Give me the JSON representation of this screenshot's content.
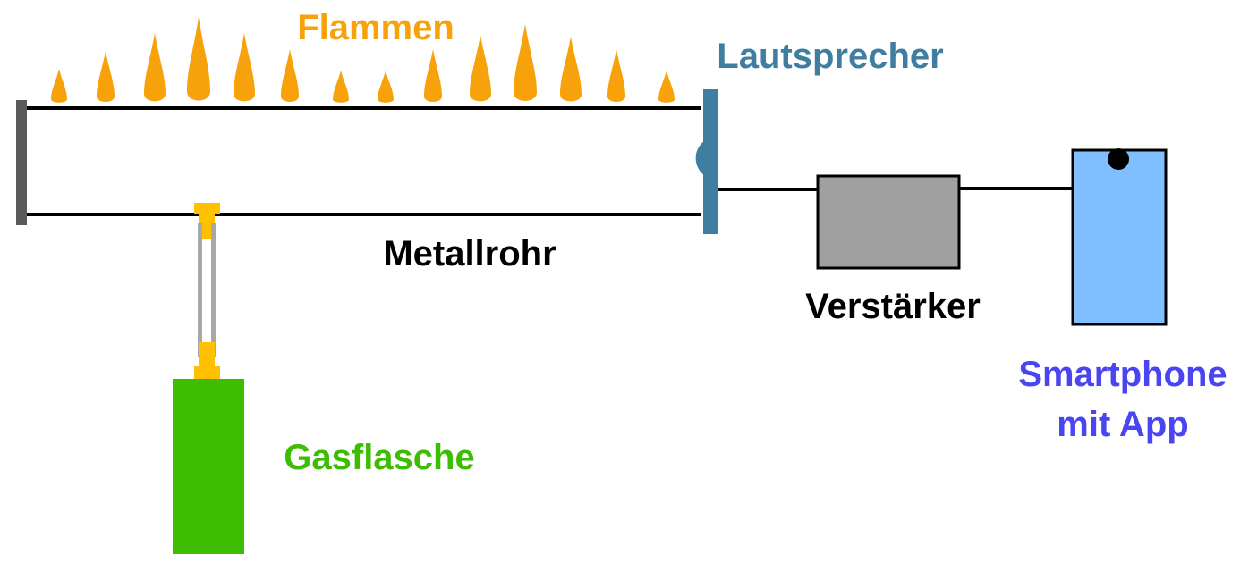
{
  "labels": {
    "flames": "Flammen",
    "speaker": "Lautsprecher",
    "tube": "Metallrohr",
    "amplifier": "Verstärker",
    "smartphone_line1": "Smartphone",
    "smartphone_line2": "mit App",
    "gas_bottle": "Gasflasche"
  },
  "colors": {
    "flame": "#F7A10B",
    "speaker": "#3F7EA0",
    "tube_line": "#000000",
    "end_cap": "#5A5A5A",
    "amplifier": "#A0A0A0",
    "smartphone": "#80BFFF",
    "smartphone_label": "#4A45F0",
    "gas_bottle": "#3DBD00",
    "valve": "#FFC000",
    "hose": "#A8A8A8",
    "text_dark": "#000000"
  }
}
